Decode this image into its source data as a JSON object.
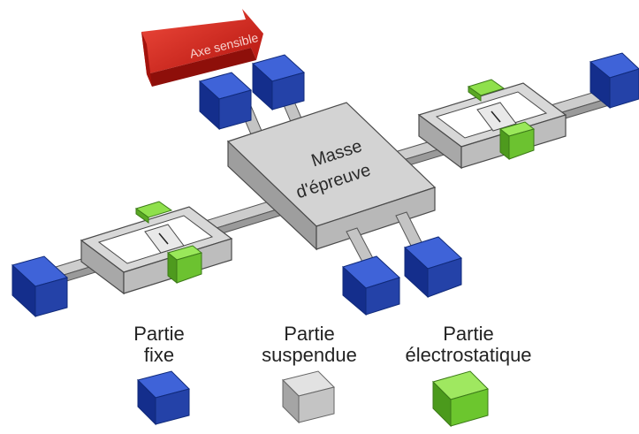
{
  "diagram": {
    "arrow_label": "Axe sensible",
    "mass_label_line1": "Masse",
    "mass_label_line2": "d'épreuve"
  },
  "legend": {
    "items": [
      {
        "line1": "Partie",
        "line2": "fixe",
        "color": "#2747b3"
      },
      {
        "line1": "Partie",
        "line2": "suspendue",
        "color": "#cfcfcf"
      },
      {
        "line1": "Partie",
        "line2": "électrostatique",
        "color": "#7ad13a"
      }
    ]
  },
  "colors": {
    "fixed": "#2747b3",
    "suspended": "#cfcfcf",
    "electrostatic": "#7ad13a",
    "arrow": "#d9281f"
  }
}
